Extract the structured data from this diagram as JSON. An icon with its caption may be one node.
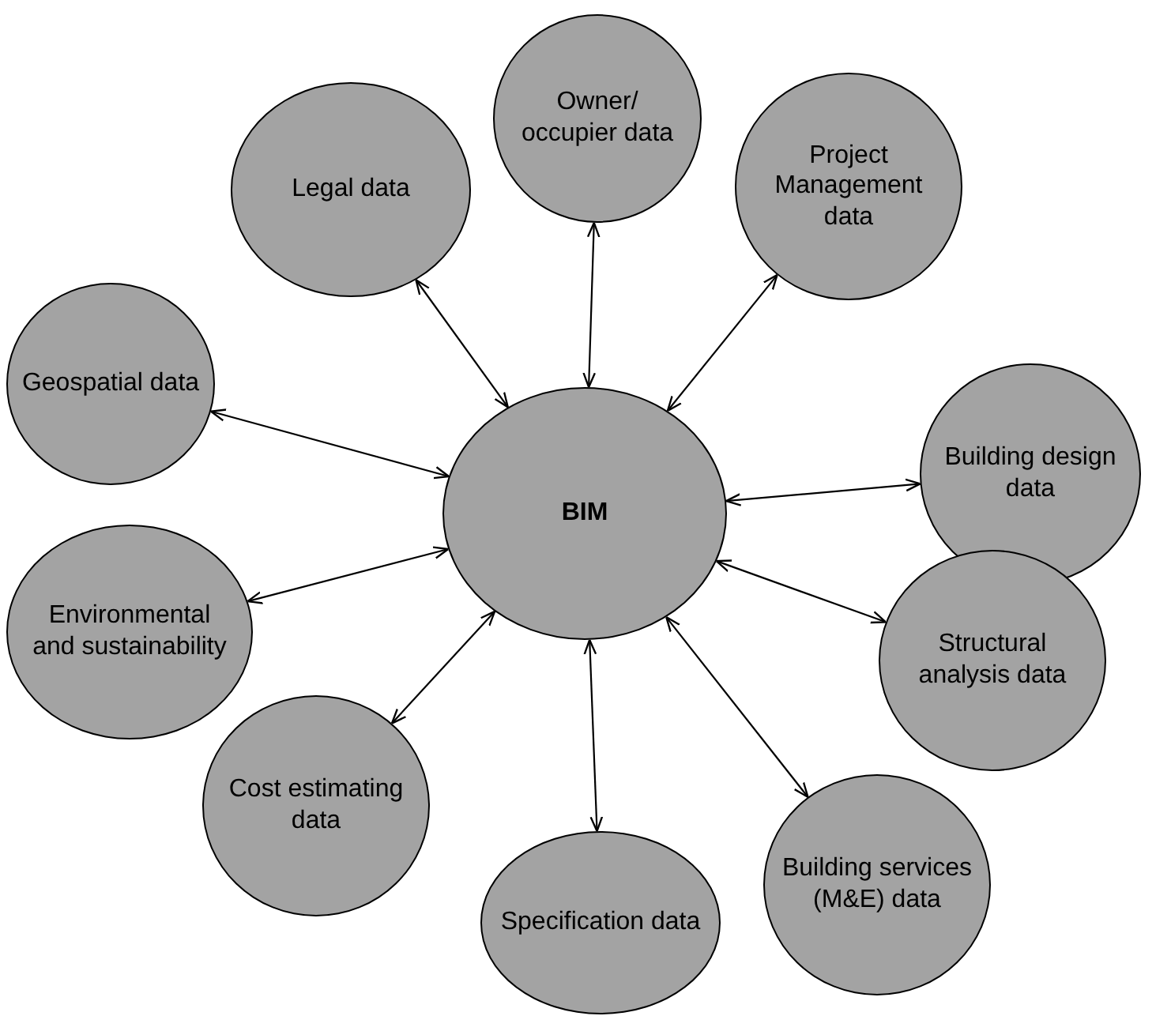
{
  "diagram": {
    "nodes": [
      {
        "text": [
          "Owner/ occupier data"
        ]
      },
      {
        "text": [
          "Legal data"
        ]
      },
      {
        "text": [
          "Project Management data"
        ]
      },
      {
        "text": [
          "Geospatial data"
        ]
      },
      {
        "text": [
          "Building design data"
        ]
      },
      {
        "text": [
          "BIM"
        ]
      },
      {
        "text": [
          "Environmental and sustainability"
        ]
      },
      {
        "text": [
          "Structural analysis data"
        ]
      },
      {
        "text": [
          "Cost estimating data"
        ]
      },
      {
        "text": [
          "Building services (M&E) data"
        ]
      },
      {
        "text": [
          "Specification data"
        ]
      }
    ],
    "edges": [
      {
        "from": 5,
        "to": 0,
        "arrow": "both"
      },
      {
        "from": 5,
        "to": 1,
        "arrow": "both"
      },
      {
        "from": 5,
        "to": 2,
        "arrow": "both"
      },
      {
        "from": 5,
        "to": 3,
        "arrow": "both"
      },
      {
        "from": 5,
        "to": 4,
        "arrow": "both"
      },
      {
        "from": 5,
        "to": 6,
        "arrow": "both"
      },
      {
        "from": 5,
        "to": 7,
        "arrow": "both"
      },
      {
        "from": 5,
        "to": 8,
        "arrow": "both"
      },
      {
        "from": 5,
        "to": 9,
        "arrow": "both"
      },
      {
        "from": 5,
        "to": 10,
        "arrow": "both"
      }
    ]
  }
}
